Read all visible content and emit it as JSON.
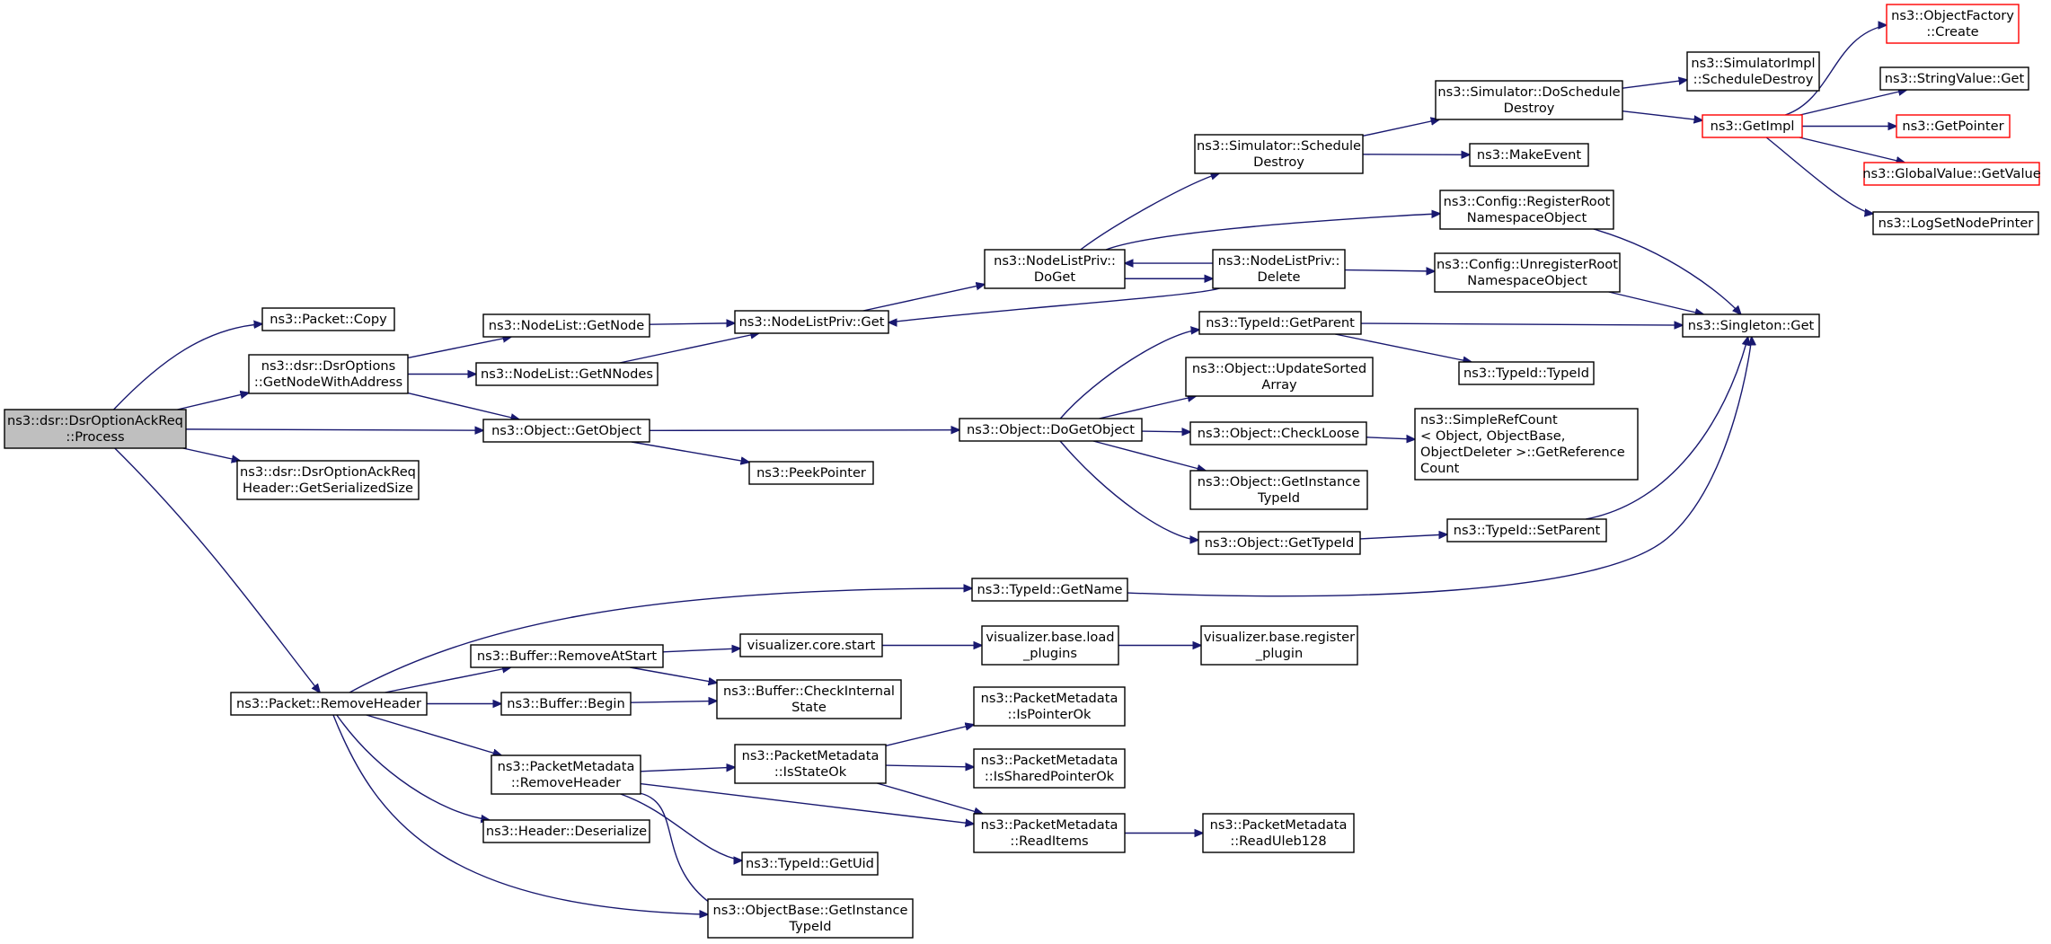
{
  "graph": {
    "nodes": [
      {
        "id": "root",
        "lines": [
          "ns3::dsr::DsrOptionAckReq",
          "::Process"
        ],
        "kind": "root"
      },
      {
        "id": "packet_copy",
        "lines": [
          "ns3::Packet::Copy"
        ]
      },
      {
        "id": "get_node_with_address",
        "lines": [
          "ns3::dsr::DsrOptions",
          "::GetNodeWithAddress"
        ]
      },
      {
        "id": "object_getobject",
        "lines": [
          "ns3::Object::GetObject"
        ]
      },
      {
        "id": "ackreq_header_getsize",
        "lines": [
          "ns3::dsr::DsrOptionAckReq",
          "Header::GetSerializedSize"
        ]
      },
      {
        "id": "packet_removeheader",
        "lines": [
          "ns3::Packet::RemoveHeader"
        ]
      },
      {
        "id": "nodelist_getnode",
        "lines": [
          "ns3::NodeList::GetNode"
        ]
      },
      {
        "id": "nodelist_getnnodes",
        "lines": [
          "ns3::NodeList::GetNNodes"
        ]
      },
      {
        "id": "nodelistpriv_get",
        "lines": [
          "ns3::NodeListPriv::Get"
        ]
      },
      {
        "id": "nodelistpriv_doget",
        "lines": [
          "ns3::NodeListPriv::",
          "DoGet"
        ]
      },
      {
        "id": "nodelistpriv_delete",
        "lines": [
          "ns3::NodeListPriv::",
          "Delete"
        ]
      },
      {
        "id": "simulator_schedule_destroy",
        "lines": [
          "ns3::Simulator::Schedule",
          "Destroy"
        ]
      },
      {
        "id": "simulator_doschedule_destroy",
        "lines": [
          "ns3::Simulator::DoSchedule",
          "Destroy"
        ]
      },
      {
        "id": "makeevent",
        "lines": [
          "ns3::MakeEvent"
        ]
      },
      {
        "id": "simulatorimpl_scheduledestroy",
        "lines": [
          "ns3::SimulatorImpl",
          "::ScheduleDestroy"
        ]
      },
      {
        "id": "getimpl",
        "lines": [
          "ns3::GetImpl"
        ],
        "kind": "trunc"
      },
      {
        "id": "objectfactory_create",
        "lines": [
          "ns3::ObjectFactory",
          "::Create"
        ],
        "kind": "trunc"
      },
      {
        "id": "stringvalue_get",
        "lines": [
          "ns3::StringValue::Get"
        ]
      },
      {
        "id": "getpointer",
        "lines": [
          "ns3::GetPointer"
        ],
        "kind": "trunc"
      },
      {
        "id": "globalvalue_getvalue",
        "lines": [
          "ns3::GlobalValue::GetValue"
        ],
        "kind": "trunc"
      },
      {
        "id": "logsetnodeprinter",
        "lines": [
          "ns3::LogSetNodePrinter"
        ]
      },
      {
        "id": "config_registerroot",
        "lines": [
          "ns3::Config::RegisterRoot",
          "NamespaceObject"
        ]
      },
      {
        "id": "config_unregisterroot",
        "lines": [
          "ns3::Config::UnregisterRoot",
          "NamespaceObject"
        ]
      },
      {
        "id": "singleton_get",
        "lines": [
          "ns3::Singleton::Get"
        ]
      },
      {
        "id": "object_dogetobject",
        "lines": [
          "ns3::Object::DoGetObject"
        ]
      },
      {
        "id": "peekpointer",
        "lines": [
          "ns3::PeekPointer"
        ]
      },
      {
        "id": "typeid_getparent",
        "lines": [
          "ns3::TypeId::GetParent"
        ]
      },
      {
        "id": "typeid_typeid",
        "lines": [
          "ns3::TypeId::TypeId"
        ]
      },
      {
        "id": "object_updatesortedarray",
        "lines": [
          "ns3::Object::UpdateSorted",
          "Array"
        ]
      },
      {
        "id": "object_checkloose",
        "lines": [
          "ns3::Object::CheckLoose"
        ]
      },
      {
        "id": "simplerefcount_getrefcount",
        "lines": [
          "ns3::SimpleRefCount",
          "< Object, ObjectBase,",
          " ObjectDeleter >::GetReference",
          "Count"
        ],
        "align": "start"
      },
      {
        "id": "object_getinstancetypeid",
        "lines": [
          "ns3::Object::GetInstance",
          "TypeId"
        ]
      },
      {
        "id": "object_gettypeid",
        "lines": [
          "ns3::Object::GetTypeId"
        ]
      },
      {
        "id": "typeid_setparent",
        "lines": [
          "ns3::TypeId::SetParent"
        ]
      },
      {
        "id": "typeid_getname",
        "lines": [
          "ns3::TypeId::GetName"
        ]
      },
      {
        "id": "buffer_removeatstart",
        "lines": [
          "ns3::Buffer::RemoveAtStart"
        ]
      },
      {
        "id": "visualizer_core_start",
        "lines": [
          "visualizer.core.start"
        ]
      },
      {
        "id": "visualizer_base_load_plugins",
        "lines": [
          "visualizer.base.load",
          "_plugins"
        ]
      },
      {
        "id": "visualizer_base_register_plugin",
        "lines": [
          "visualizer.base.register",
          "_plugin"
        ]
      },
      {
        "id": "buffer_checkinternalstate",
        "lines": [
          "ns3::Buffer::CheckInternal",
          "State"
        ]
      },
      {
        "id": "buffer_begin",
        "lines": [
          "ns3::Buffer::Begin"
        ]
      },
      {
        "id": "packetmetadata_removeheader",
        "lines": [
          "ns3::PacketMetadata",
          "::RemoveHeader"
        ]
      },
      {
        "id": "packetmetadata_isstateok",
        "lines": [
          "ns3::PacketMetadata",
          "::IsStateOk"
        ]
      },
      {
        "id": "packetmetadata_ispointerok",
        "lines": [
          "ns3::PacketMetadata",
          "::IsPointerOk"
        ]
      },
      {
        "id": "packetmetadata_issharedpointerok",
        "lines": [
          "ns3::PacketMetadata",
          "::IsSharedPointerOk"
        ]
      },
      {
        "id": "packetmetadata_readitems",
        "lines": [
          "ns3::PacketMetadata",
          "::ReadItems"
        ]
      },
      {
        "id": "packetmetadata_readuleb128",
        "lines": [
          "ns3::PacketMetadata",
          "::ReadUleb128"
        ]
      },
      {
        "id": "header_deserialize",
        "lines": [
          "ns3::Header::Deserialize"
        ]
      },
      {
        "id": "typeid_getuid",
        "lines": [
          "ns3::TypeId::GetUid"
        ]
      },
      {
        "id": "objectbase_getinstancetypeid",
        "lines": [
          "ns3::ObjectBase::GetInstance",
          "TypeId"
        ]
      }
    ],
    "edges": [
      [
        "root",
        "packet_copy"
      ],
      [
        "root",
        "get_node_with_address"
      ],
      [
        "root",
        "object_getobject"
      ],
      [
        "root",
        "ackreq_header_getsize"
      ],
      [
        "root",
        "packet_removeheader"
      ],
      [
        "get_node_with_address",
        "nodelist_getnode"
      ],
      [
        "get_node_with_address",
        "nodelist_getnnodes"
      ],
      [
        "get_node_with_address",
        "object_getobject"
      ],
      [
        "nodelist_getnode",
        "nodelistpriv_get"
      ],
      [
        "nodelist_getnnodes",
        "nodelistpriv_get"
      ],
      [
        "nodelistpriv_get",
        "nodelistpriv_doget"
      ],
      [
        "nodelistpriv_doget",
        "simulator_schedule_destroy"
      ],
      [
        "nodelistpriv_doget",
        "config_registerroot"
      ],
      [
        "nodelistpriv_doget",
        "nodelistpriv_delete"
      ],
      [
        "nodelistpriv_delete",
        "nodelistpriv_doget"
      ],
      [
        "nodelistpriv_delete",
        "config_unregisterroot"
      ],
      [
        "nodelistpriv_delete",
        "nodelistpriv_get"
      ],
      [
        "simulator_schedule_destroy",
        "simulator_doschedule_destroy"
      ],
      [
        "simulator_schedule_destroy",
        "makeevent"
      ],
      [
        "simulator_doschedule_destroy",
        "simulatorimpl_scheduledestroy"
      ],
      [
        "simulator_doschedule_destroy",
        "getimpl"
      ],
      [
        "getimpl",
        "objectfactory_create"
      ],
      [
        "getimpl",
        "stringvalue_get"
      ],
      [
        "getimpl",
        "getpointer"
      ],
      [
        "getimpl",
        "globalvalue_getvalue"
      ],
      [
        "getimpl",
        "logsetnodeprinter"
      ],
      [
        "config_registerroot",
        "singleton_get"
      ],
      [
        "config_unregisterroot",
        "singleton_get"
      ],
      [
        "object_getobject",
        "object_dogetobject"
      ],
      [
        "object_getobject",
        "peekpointer"
      ],
      [
        "object_dogetobject",
        "typeid_getparent"
      ],
      [
        "object_dogetobject",
        "object_updatesortedarray"
      ],
      [
        "object_dogetobject",
        "object_checkloose"
      ],
      [
        "object_dogetobject",
        "object_getinstancetypeid"
      ],
      [
        "object_dogetobject",
        "object_gettypeid"
      ],
      [
        "typeid_getparent",
        "singleton_get"
      ],
      [
        "typeid_getparent",
        "typeid_typeid"
      ],
      [
        "object_checkloose",
        "simplerefcount_getrefcount"
      ],
      [
        "object_gettypeid",
        "typeid_setparent"
      ],
      [
        "typeid_setparent",
        "singleton_get"
      ],
      [
        "packet_removeheader",
        "typeid_getname"
      ],
      [
        "packet_removeheader",
        "buffer_removeatstart"
      ],
      [
        "packet_removeheader",
        "buffer_begin"
      ],
      [
        "packet_removeheader",
        "packetmetadata_removeheader"
      ],
      [
        "packet_removeheader",
        "header_deserialize"
      ],
      [
        "packet_removeheader",
        "objectbase_getinstancetypeid"
      ],
      [
        "typeid_getname",
        "singleton_get"
      ],
      [
        "buffer_removeatstart",
        "visualizer_core_start"
      ],
      [
        "buffer_removeatstart",
        "buffer_checkinternalstate"
      ],
      [
        "visualizer_core_start",
        "visualizer_base_load_plugins"
      ],
      [
        "visualizer_base_load_plugins",
        "visualizer_base_register_plugin"
      ],
      [
        "buffer_begin",
        "buffer_checkinternalstate"
      ],
      [
        "packetmetadata_removeheader",
        "packetmetadata_isstateok"
      ],
      [
        "packetmetadata_removeheader",
        "packetmetadata_readitems"
      ],
      [
        "packetmetadata_removeheader",
        "typeid_getuid"
      ],
      [
        "packetmetadata_removeheader",
        "objectbase_getinstancetypeid"
      ],
      [
        "packetmetadata_isstateok",
        "packetmetadata_ispointerok"
      ],
      [
        "packetmetadata_isstateok",
        "packetmetadata_issharedpointerok"
      ],
      [
        "packetmetadata_isstateok",
        "packetmetadata_readitems"
      ],
      [
        "packetmetadata_readitems",
        "packetmetadata_readuleb128"
      ]
    ]
  }
}
